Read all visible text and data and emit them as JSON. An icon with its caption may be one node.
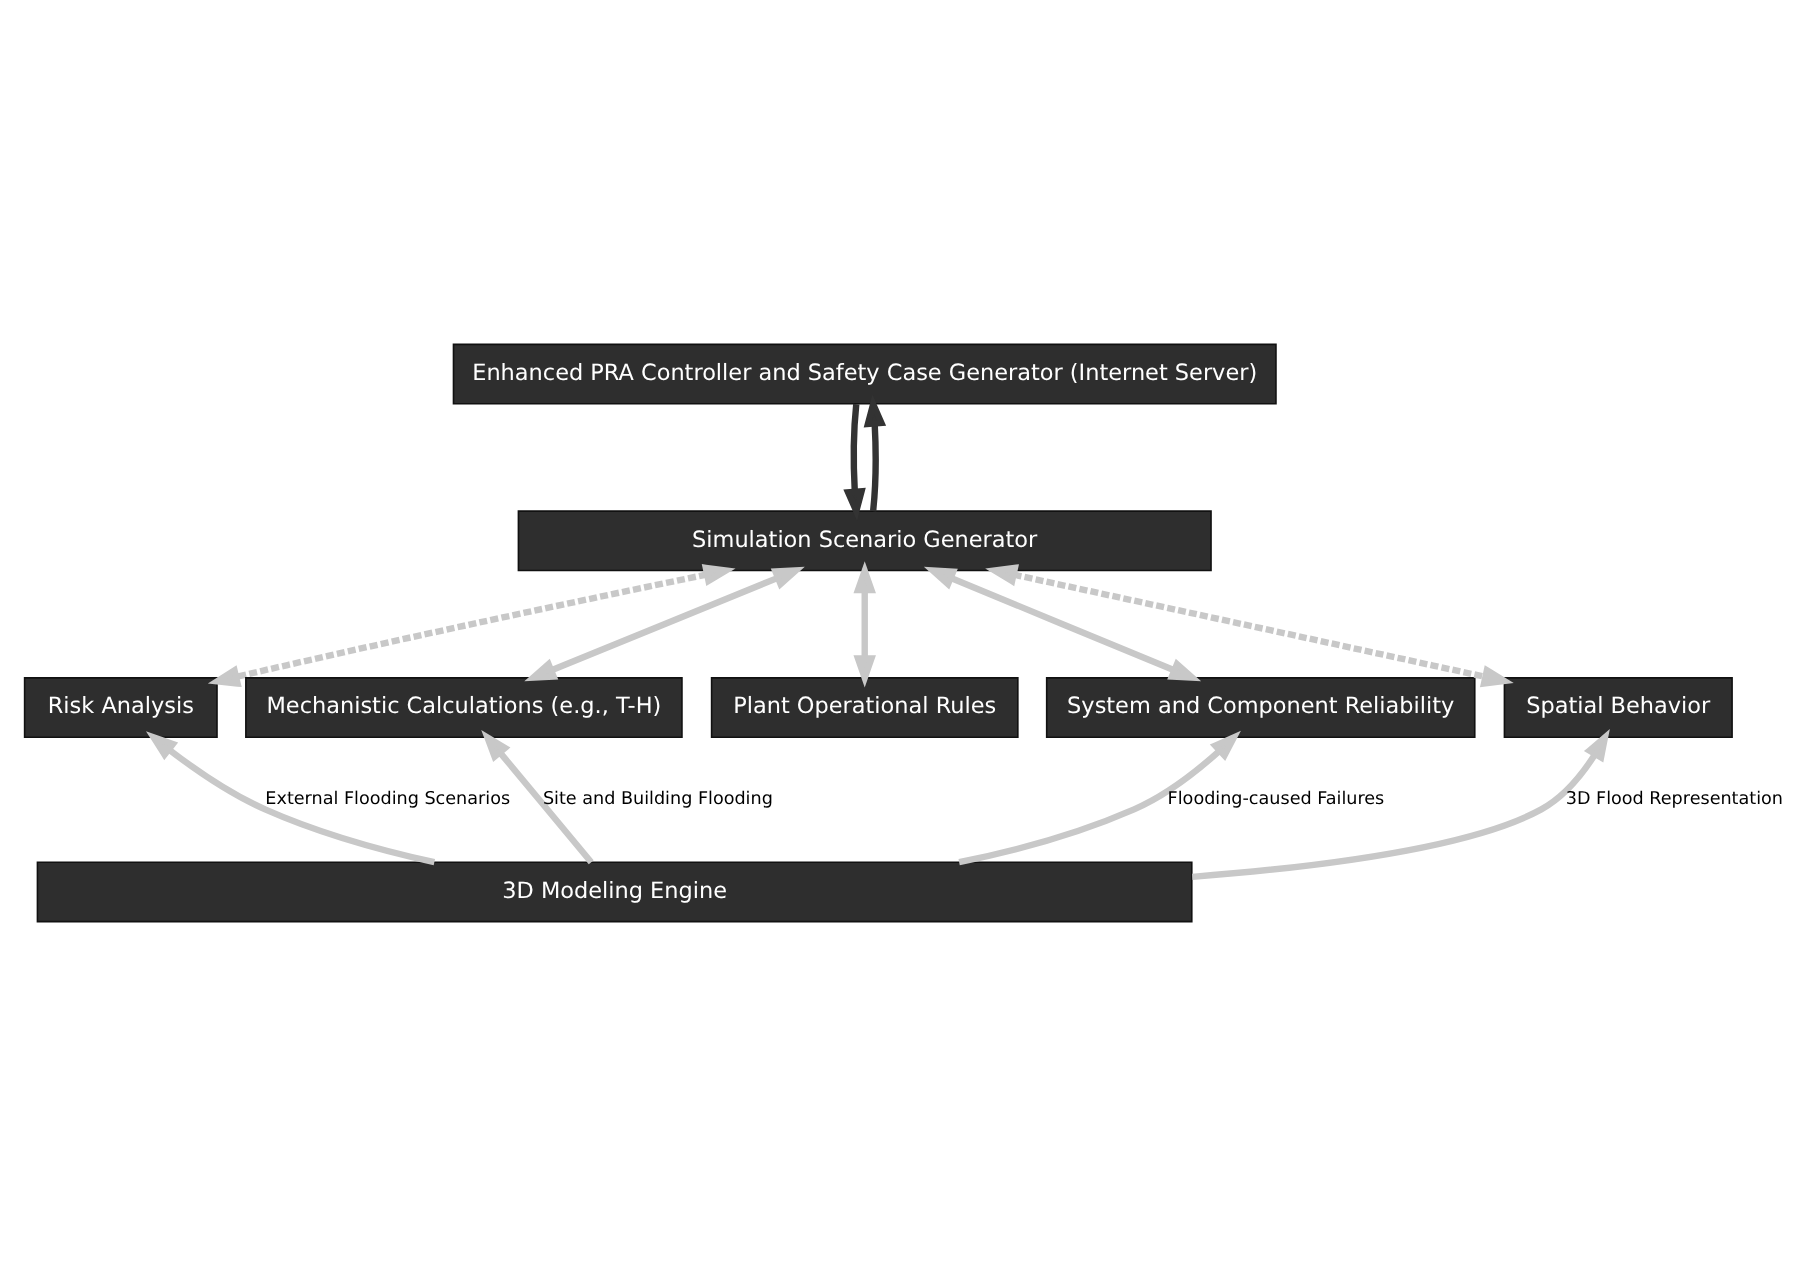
{
  "diagram": {
    "nodes": [
      {
        "text": [
          "Enhanced PRA Controller and Safety Case Generator (Internet Server)"
        ]
      },
      {
        "text": [
          "Simulation Scenario Generator"
        ]
      },
      {
        "text": [
          "Risk Analysis"
        ]
      },
      {
        "text": [
          "Mechanistic Calculations (e.g., T-H)"
        ]
      },
      {
        "text": [
          "Plant Operational Rules"
        ]
      },
      {
        "text": [
          "System and Component Reliability"
        ]
      },
      {
        "text": [
          "Spatial Behavior"
        ]
      },
      {
        "text": [
          "3D Modeling Engine"
        ]
      }
    ],
    "edges": [
      {
        "from": 1,
        "to": 0,
        "arrow": "to",
        "color": "#333333"
      },
      {
        "from": 0,
        "to": 1,
        "arrow": "to",
        "color": "#333333"
      },
      {
        "from": 1,
        "to": 2,
        "arrow": "both",
        "style": "dashed"
      },
      {
        "from": 1,
        "to": 3,
        "arrow": "both"
      },
      {
        "from": 1,
        "to": 4,
        "arrow": "both"
      },
      {
        "from": 1,
        "to": 5,
        "arrow": "both"
      },
      {
        "from": 1,
        "to": 6,
        "arrow": "both",
        "style": "dashed"
      },
      {
        "from": 7,
        "to": 2,
        "arrow": "to",
        "label": "External Flooding Scenarios"
      },
      {
        "from": 7,
        "to": 3,
        "arrow": "to",
        "label": "Site and Building Flooding"
      },
      {
        "from": 7,
        "to": 5,
        "arrow": "to",
        "label": "Flooding-caused Failures"
      },
      {
        "from": 7,
        "to": 6,
        "arrow": "to",
        "label": "3D Flood Representation"
      }
    ]
  }
}
